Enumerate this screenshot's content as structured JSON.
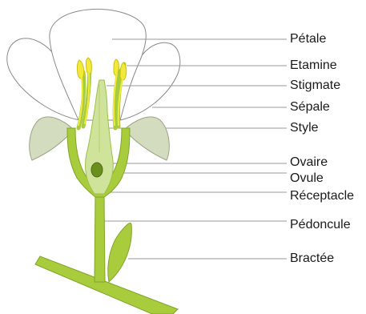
{
  "labels": [
    {
      "key": "petale",
      "text": "Pétale"
    },
    {
      "key": "etamine",
      "text": "Etamine"
    },
    {
      "key": "stigmate",
      "text": "Stigmate"
    },
    {
      "key": "sepale",
      "text": "Sépale"
    },
    {
      "key": "style",
      "text": "Style"
    },
    {
      "key": "ovaire",
      "text": "Ovaire"
    },
    {
      "key": "ovule",
      "text": "Ovule"
    },
    {
      "key": "receptacle",
      "text": "Réceptacle"
    },
    {
      "key": "pedoncule",
      "text": "Pédoncule"
    },
    {
      "key": "bractee",
      "text": "Bractée"
    }
  ],
  "colors": {
    "stem_green": "#a8cc3c",
    "stem_outline": "#7fa52a",
    "sepal_fill": "#d4dcc0",
    "sepal_outline": "#9aa585",
    "ovary_fill": "#cfe39a",
    "ovule_fill": "#6a8f1e",
    "stamen_yellow": "#f2ea3a",
    "petal_outline": "#8a8a8a",
    "leader_line": "#9a9a9a",
    "label_text": "#1a1a1a"
  }
}
